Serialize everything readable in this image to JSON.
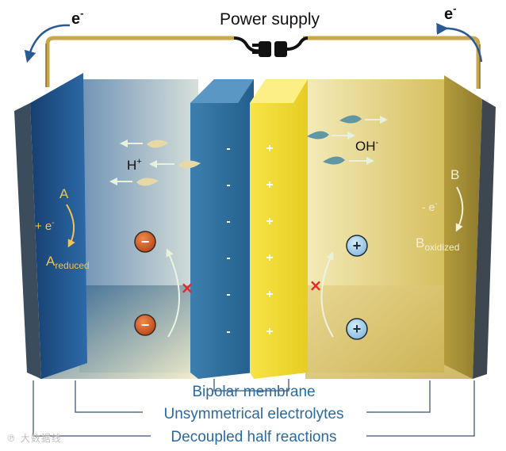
{
  "diagram": {
    "title": "Power supply",
    "electron_left": "e",
    "electron_right": "e",
    "electron_sup": "-",
    "h_plus": "H",
    "h_plus_sup": "+",
    "oh_minus": "OH",
    "oh_minus_sup": "-",
    "left_species": "A",
    "left_gain": "+ e",
    "left_gain_sup": "-",
    "left_product": "A",
    "left_product_sub": "reduced",
    "right_species": "B",
    "right_loss": "- e",
    "right_loss_sup": "-",
    "right_product": "B",
    "right_product_sub": "oxidized",
    "membrane_minus": "-",
    "membrane_plus": "+",
    "ion_minus": "−",
    "ion_plus": "+",
    "blocked_mark": "×",
    "captions": [
      "Bipolar membrane",
      "Unsymmetrical electrolytes",
      "Decoupled half reactions"
    ],
    "watermark": "℗ 大数据线"
  },
  "colors": {
    "left_electrolyte": "#1d4f86",
    "right_electrolyte": "#d9c46a",
    "membrane_blue": "#2c6f9c",
    "membrane_yellow": "#f4de3a",
    "wire": "#c8a64a",
    "electron_arrow": "#2a5a93",
    "anion_ball": "#d35a24",
    "cation_ball": "#a8d0ea",
    "caption_text": "#2a6aa0",
    "cross": "#e32a2a"
  }
}
